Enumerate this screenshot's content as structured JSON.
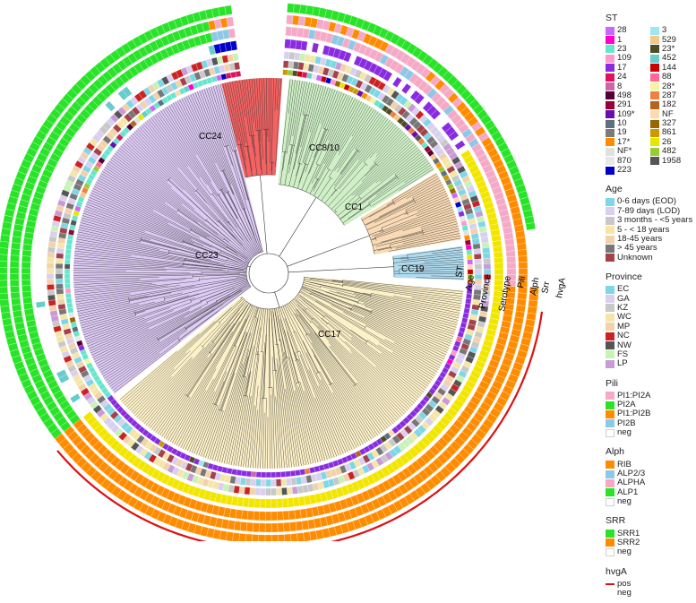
{
  "clades": [
    {
      "label": "CC24",
      "color": "#f35a5a"
    },
    {
      "label": "CC8/10",
      "color": "#ccefc4"
    },
    {
      "label": "CC1",
      "color": "#f9d8b0"
    },
    {
      "label": "CC19",
      "color": "#abd9ee"
    },
    {
      "label": "CC23",
      "color": "#dcc8f4"
    },
    {
      "label": "CC17",
      "color": "#fdf0c5"
    }
  ],
  "ring_labels": [
    "ST",
    "Age",
    "Province",
    "Serotype",
    "Pili",
    "Alph",
    "Srr",
    "hvgA"
  ],
  "legend": {
    "st": {
      "title": "ST",
      "items": [
        {
          "label": "28",
          "color": "#cc66ff"
        },
        {
          "label": "3",
          "color": "#9ee6f0"
        },
        {
          "label": "1",
          "color": "#ff00cc"
        },
        {
          "label": "529",
          "color": "#f4c78a"
        },
        {
          "label": "23",
          "color": "#66e6cc"
        },
        {
          "label": "23*",
          "color": "#4d4d26"
        },
        {
          "label": "109",
          "color": "#ff99cc"
        },
        {
          "label": "452",
          "color": "#66cccc"
        },
        {
          "label": "17",
          "color": "#8a2be2"
        },
        {
          "label": "144",
          "color": "#cc0000"
        },
        {
          "label": "24",
          "color": "#e0115f"
        },
        {
          "label": "88",
          "color": "#ff6699"
        },
        {
          "label": "8",
          "color": "#cc66aa"
        },
        {
          "label": "28*",
          "color": "#f5f5a0"
        },
        {
          "label": "498",
          "color": "#550033"
        },
        {
          "label": "287",
          "color": "#f08040"
        },
        {
          "label": "291",
          "color": "#990033"
        },
        {
          "label": "182",
          "color": "#b5651d"
        },
        {
          "label": "109*",
          "color": "#6a0dad"
        },
        {
          "label": "NF",
          "color": "#ffd9b3"
        },
        {
          "label": "10",
          "color": "#5f6f7f"
        },
        {
          "label": "327",
          "color": "#996600"
        },
        {
          "label": "19",
          "color": "#7a7a7a"
        },
        {
          "label": "861",
          "color": "#cc9900"
        },
        {
          "label": "17*",
          "color": "#ff8c00"
        },
        {
          "label": "26",
          "color": "#e6e600"
        },
        {
          "label": "NF*",
          "color": "#e0e0e0"
        },
        {
          "label": "482",
          "color": "#99cc33"
        },
        {
          "label": "870",
          "color": "#e8e8e8"
        },
        {
          "label": "1958",
          "color": "#555555"
        },
        {
          "label": "223",
          "color": "#0000cc"
        }
      ]
    },
    "age": {
      "title": "Age",
      "items": [
        {
          "label": "0-6 days (EOD)",
          "color": "#7fd6e6"
        },
        {
          "label": "7-89 days (LOD)",
          "color": "#d9d0ef"
        },
        {
          "label": "3 months - <5 years",
          "color": "#c8c8c8"
        },
        {
          "label": "5 - < 18 years",
          "color": "#f5e6a8"
        },
        {
          "label": "18-45 years",
          "color": "#f2d2aa"
        },
        {
          "label": "> 45 years",
          "color": "#777777"
        },
        {
          "label": "Unknown",
          "color": "#a4414a"
        }
      ]
    },
    "province": {
      "title": "Province",
      "items": [
        {
          "label": "EC",
          "color": "#7fd6e6"
        },
        {
          "label": "GA",
          "color": "#d9d0ef"
        },
        {
          "label": "KZ",
          "color": "#c8c8c8"
        },
        {
          "label": "WC",
          "color": "#f5e6a8"
        },
        {
          "label": "MP",
          "color": "#f2d2aa"
        },
        {
          "label": "NC",
          "color": "#cc2222"
        },
        {
          "label": "NW",
          "color": "#555555"
        },
        {
          "label": "FS",
          "color": "#c9f2b6"
        },
        {
          "label": "LP",
          "color": "#c99bd6"
        }
      ]
    },
    "pili": {
      "title": "Pili",
      "items": [
        {
          "label": "PI1:PI2A",
          "color": "#f5a9c6"
        },
        {
          "label": "PI2A",
          "color": "#29e329"
        },
        {
          "label": "PI1:PI2B",
          "color": "#ff8c00"
        },
        {
          "label": "PI2B",
          "color": "#8fc8e6"
        },
        {
          "label": "neg",
          "color": "#ffffff"
        }
      ]
    },
    "alph": {
      "title": "Alph",
      "items": [
        {
          "label": "RIB",
          "color": "#ff8c00"
        },
        {
          "label": "ALP2/3",
          "color": "#8fc8e6"
        },
        {
          "label": "ALPHA",
          "color": "#f5a9c6"
        },
        {
          "label": "ALP1",
          "color": "#29e329"
        },
        {
          "label": "neg",
          "color": "#ffffff"
        }
      ]
    },
    "srr": {
      "title": "SRR",
      "items": [
        {
          "label": "SRR1",
          "color": "#29e329"
        },
        {
          "label": "SRR2",
          "color": "#ff8c00"
        },
        {
          "label": "neg",
          "color": "#ffffff"
        }
      ]
    },
    "hvga": {
      "title": "hvgA",
      "items": [
        {
          "label": "pos",
          "color": "#dd1111",
          "kind": "line"
        },
        {
          "label": "neg",
          "color": "#ffffff",
          "kind": "line"
        }
      ]
    }
  }
}
